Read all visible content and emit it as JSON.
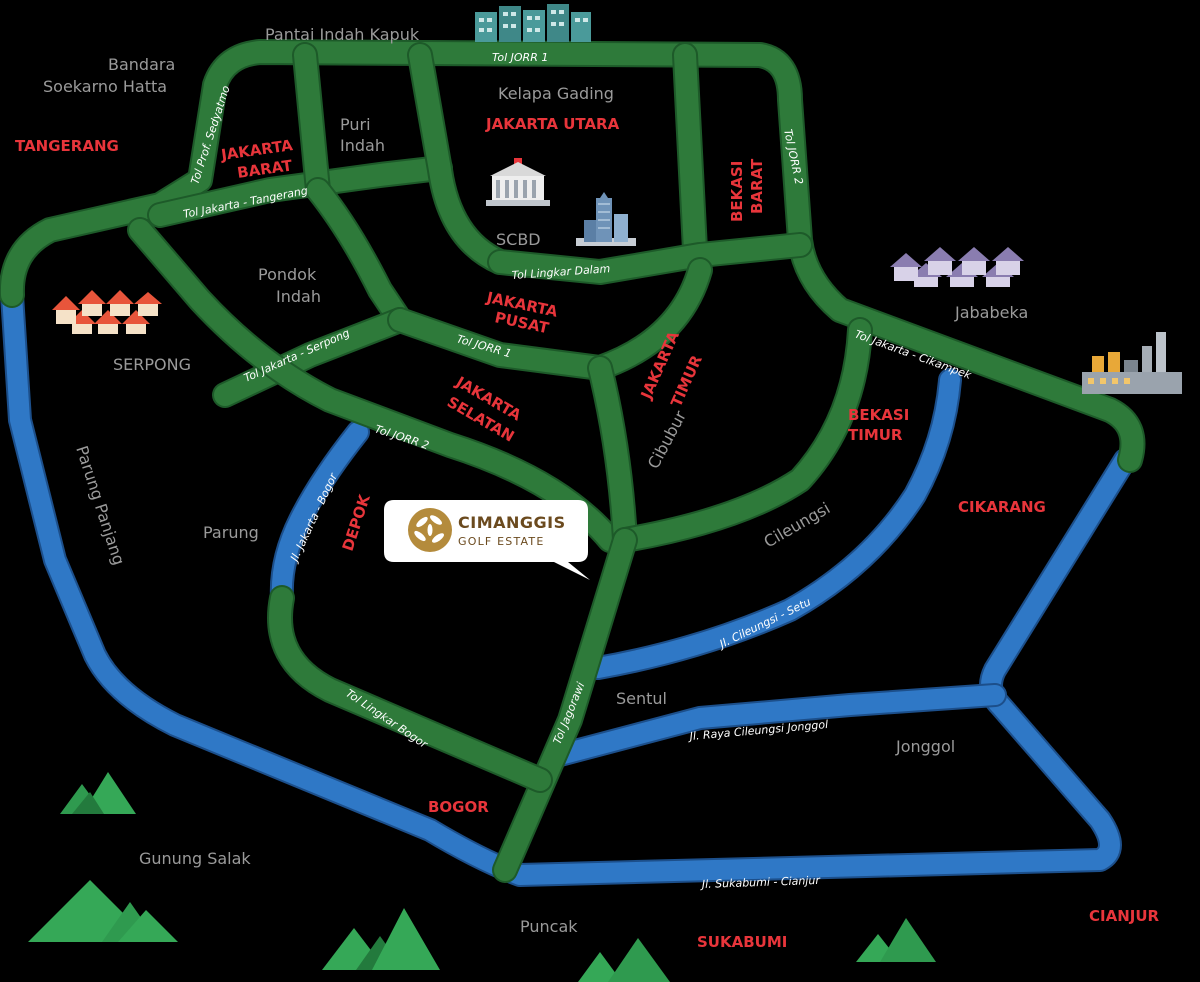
{
  "colors": {
    "toll_road": "#2e7a3a",
    "arterial_road": "#2f78c6",
    "region_label": "#e8353b",
    "place_label": "#9a9a9a",
    "background": "#000000"
  },
  "landmark": {
    "title": "CIMANGGIS",
    "subtitle": "GOLF ESTATE",
    "icon": "golf-estate-logo-icon"
  },
  "roads": {
    "tol_jorr1_top": "Tol JORR 1",
    "tol_prof_sedyatmo": "Tol Prof. Sedyatmo",
    "tol_jakarta_tangerang": "Tol Jakarta - Tangerang",
    "tol_jorr2_right": "Tol JORR 2",
    "tol_lingkar_dalam": "Tol Lingkar Dalam",
    "tol_jakarta_serpong": "Tol Jakarta - Serpong",
    "tol_jorr1_mid": "Tol JORR 1",
    "tol_jorr2_mid": "Tol JORR 2",
    "tol_jakarta_cikampek": "Tol Jakarta - Cikampek",
    "jl_jakarta_bogor": "Jl. Jakarta - Bogor",
    "jl_cileungsi_setu": "Jl. Cileungsi - Setu",
    "jl_raya_cileungsi_jonggol": "Jl. Raya Cileungsi Jonggol",
    "tol_lingkar_bogor": "Tol Lingkar Bogor",
    "tol_jagorawi": "Tol Jagorawi",
    "jl_sukabumi_cianjur": "Jl. Sukabumi - Cianjur"
  },
  "regions": {
    "tangerang": "TANGERANG",
    "jakarta_barat_1": "JAKARTA",
    "jakarta_barat_2": "BARAT",
    "jakarta_utara": "JAKARTA UTARA",
    "bekasi_barat_1": "BEKASI",
    "bekasi_barat_2": "BARAT",
    "jakarta_pusat_1": "JAKARTA",
    "jakarta_pusat_2": "PUSAT",
    "jakarta_timur_1": "JAKARTA",
    "jakarta_timur_2": "TIMUR",
    "jakarta_selatan_1": "JAKARTA",
    "jakarta_selatan_2": "SELATAN",
    "bekasi_timur_1": "BEKASI",
    "bekasi_timur_2": "TIMUR",
    "cikarang": "CIKARANG",
    "depok": "DEPOK",
    "bogor": "BOGOR",
    "sukabumi": "SUKABUMI",
    "cianjur": "CIANJUR"
  },
  "places": {
    "pantai_indah_kapuk": "Pantai Indah Kapuk",
    "bandara_1": "Bandara",
    "bandara_2": "Soekarno Hatta",
    "kelapa_gading": "Kelapa Gading",
    "puri_1": "Puri",
    "puri_2": "Indah",
    "scbd": "SCBD",
    "pondok_1": "Pondok",
    "pondok_2": "Indah",
    "serpong": "SERPONG",
    "jababeka": "Jababeka",
    "cibubur": "Cibubur",
    "cileungsi": "Cileungsi",
    "parung": "Parung",
    "parung_panjang": "Parung Panjang",
    "sentul": "Sentul",
    "jonggol": "Jonggol",
    "gunung_salak": "Gunung Salak",
    "puncak": "Puncak"
  }
}
